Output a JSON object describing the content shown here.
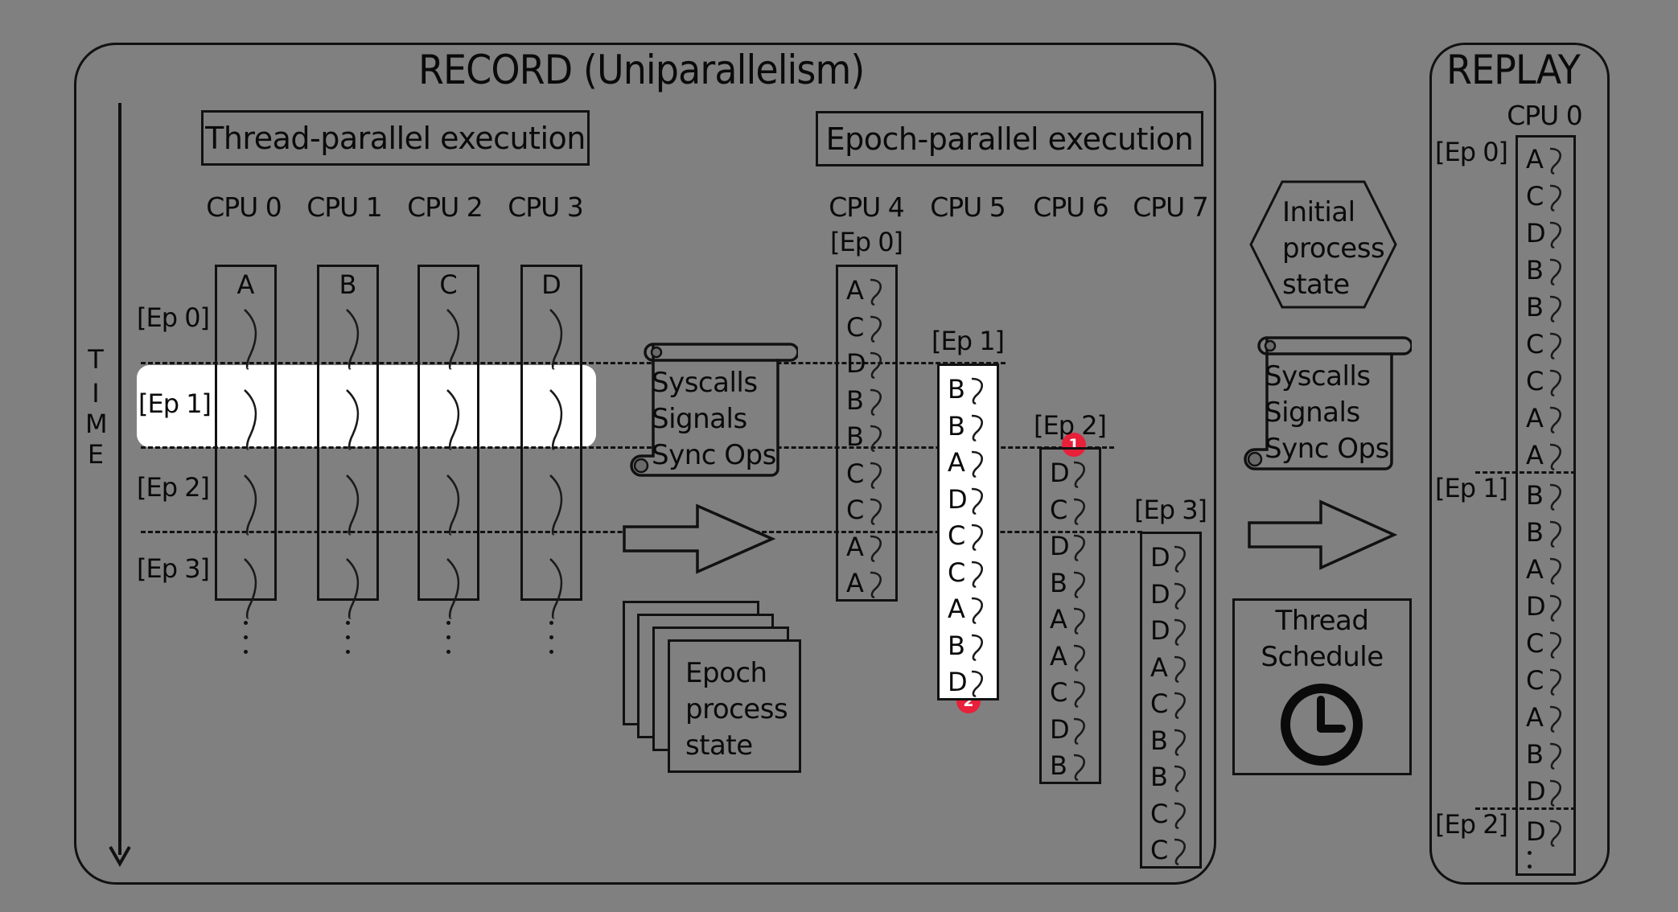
{
  "record": {
    "title": "RECORD (Uniparallelism)",
    "time_label": [
      "T",
      "I",
      "M",
      "E"
    ],
    "thread_parallel": {
      "header": "Thread-parallel execution",
      "cpus": [
        "CPU 0",
        "CPU 1",
        "CPU 2",
        "CPU 3"
      ],
      "threads": [
        "A",
        "B",
        "C",
        "D"
      ],
      "epochs": [
        "[Ep 0]",
        "[Ep 1]",
        "[Ep 2]",
        "[Ep 3]"
      ],
      "highlighted_epoch": "[Ep 1]"
    },
    "log_scroll": {
      "lines": [
        "Syscalls",
        "Signals",
        "Sync Ops"
      ]
    },
    "epoch_state": {
      "lines": [
        "Epoch",
        "process",
        "state"
      ]
    },
    "epoch_parallel": {
      "header": "Epoch-parallel execution",
      "cpus": [
        {
          "label": "CPU 4",
          "epoch": "[Ep 0]",
          "sequence": [
            "A",
            "C",
            "D",
            "B",
            "B",
            "C",
            "C",
            "A",
            "A"
          ],
          "highlighted": false
        },
        {
          "label": "CPU 5",
          "epoch": "[Ep 1]",
          "sequence": [
            "B",
            "B",
            "A",
            "D",
            "C",
            "C",
            "A",
            "B",
            "D"
          ],
          "highlighted": true
        },
        {
          "label": "CPU 6",
          "epoch": "[Ep 2]",
          "sequence": [
            "D",
            "C",
            "D",
            "B",
            "A",
            "A",
            "C",
            "D",
            "B"
          ],
          "highlighted": false
        },
        {
          "label": "CPU 7",
          "epoch": "[Ep 3]",
          "sequence": [
            "D",
            "D",
            "D",
            "A",
            "C",
            "B",
            "B",
            "C",
            "C"
          ],
          "highlighted": false
        }
      ]
    }
  },
  "middle": {
    "initial_state": {
      "lines": [
        "Initial",
        "process",
        "state"
      ]
    },
    "log_scroll": {
      "lines": [
        "Syscalls",
        "Signals",
        "Sync Ops"
      ]
    },
    "thread_schedule": {
      "lines": [
        "Thread",
        "Schedule"
      ],
      "icon": "clock-icon"
    }
  },
  "replay": {
    "title": "REPLAY",
    "cpu": "CPU 0",
    "segments": [
      {
        "epoch": "[Ep 0]",
        "sequence": [
          "A",
          "C",
          "D",
          "B",
          "B",
          "C",
          "C",
          "A",
          "A"
        ]
      },
      {
        "epoch": "[Ep 1]",
        "sequence": [
          "B",
          "B",
          "A",
          "D",
          "C",
          "C",
          "A",
          "B",
          "D"
        ]
      },
      {
        "epoch": "[Ep 2]",
        "sequence": [
          "D"
        ]
      }
    ]
  },
  "annotations": {
    "badge_1": "1",
    "badge_2": "2",
    "badge_color": "#e8203a"
  },
  "colors": {
    "background": "#808080",
    "highlight": "#ffffff",
    "ink": "#111111"
  }
}
